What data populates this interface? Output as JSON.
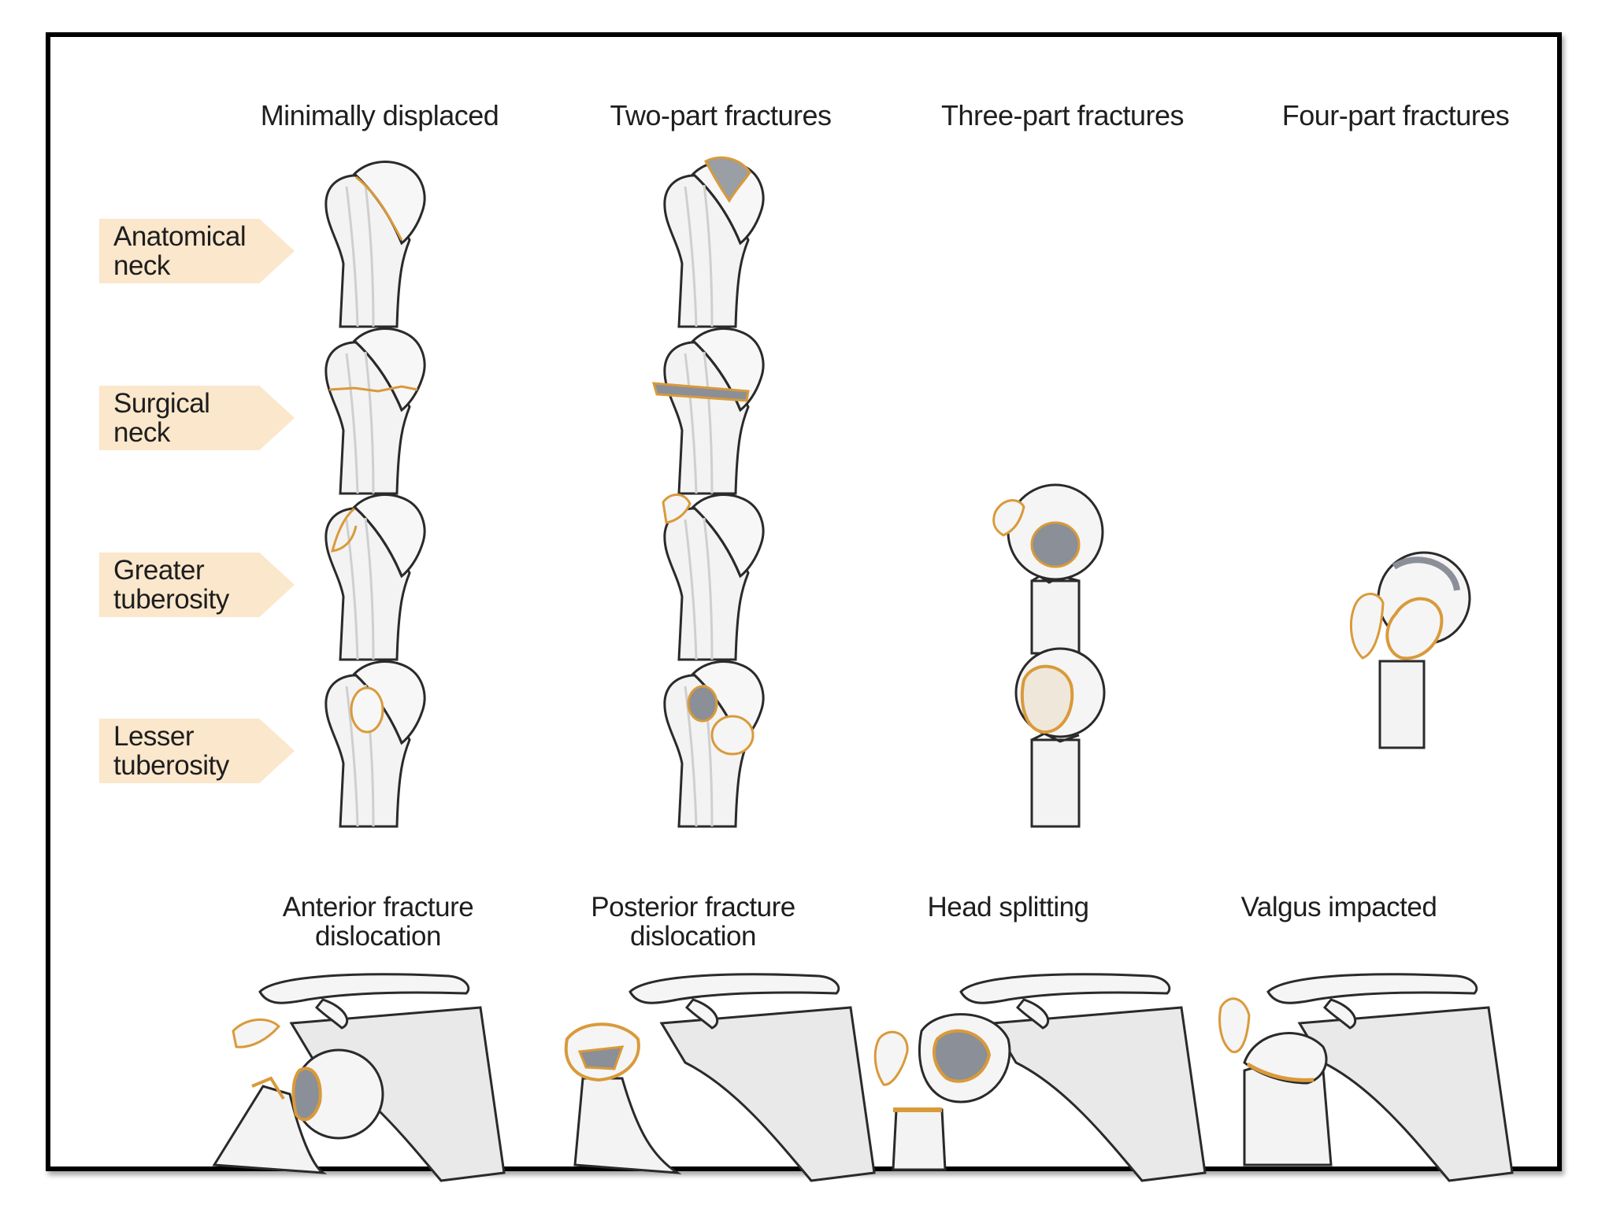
{
  "columns": [
    {
      "label": "Minimally displaced"
    },
    {
      "label": "Two-part fractures"
    },
    {
      "label": "Three-part fractures"
    },
    {
      "label": "Four-part fractures"
    }
  ],
  "rows": [
    {
      "label": "Anatomical neck"
    },
    {
      "label": "Surgical neck"
    },
    {
      "label": "Greater tuberosity"
    },
    {
      "label": "Lesser tuberosity"
    }
  ],
  "bottom_panels": [
    {
      "label": "Anterior fracture dislocation"
    },
    {
      "label": "Posterior fracture dislocation"
    },
    {
      "label": "Head splitting"
    },
    {
      "label": "Valgus impacted"
    }
  ],
  "colors": {
    "fracture_line": "#d99a3a",
    "bone_fill": "#f3f3f3",
    "bone_outline": "#2a2a2a",
    "row_tag": "#fbe7cc",
    "comminution": "#8a8f98"
  }
}
